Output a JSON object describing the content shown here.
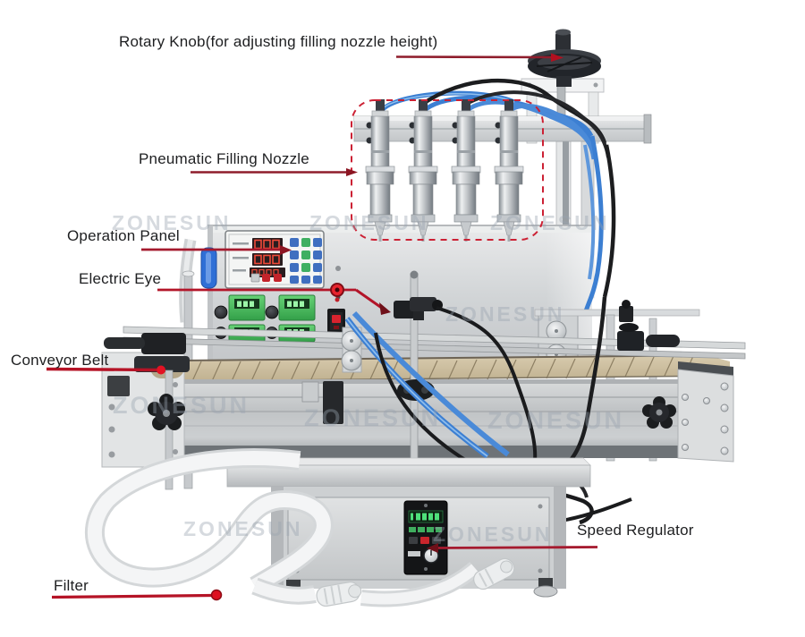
{
  "annotations": [
    {
      "id": "rotary-knob",
      "label": "Rotary Knob(for adjusting filling nozzle height)"
    },
    {
      "id": "pneumatic-filling-nozzle",
      "label": "Pneumatic Filling Nozzle"
    },
    {
      "id": "operation-panel",
      "label": "Operation Panel"
    },
    {
      "id": "electric-eye",
      "label": "Electric Eye"
    },
    {
      "id": "conveyor-belt",
      "label": "Conveyor Belt"
    },
    {
      "id": "speed-regulator",
      "label": "Speed Regulator"
    },
    {
      "id": "filter",
      "label": "Filter"
    }
  ],
  "watermark": {
    "text": "ZONESUN"
  },
  "colors": {
    "leader_line_dark": "#8f1d2c",
    "leader_line_bright": "#b31529",
    "leader_accent_dot": "#e01522",
    "callout_dashed_box": "#cc2134",
    "machine_silver": "#d5d7d9",
    "belt_tan": "#cdbfa2",
    "tube_blue": "#3c7fd2",
    "display_green": "#4cbf62",
    "digit_red": "#e8392f"
  }
}
